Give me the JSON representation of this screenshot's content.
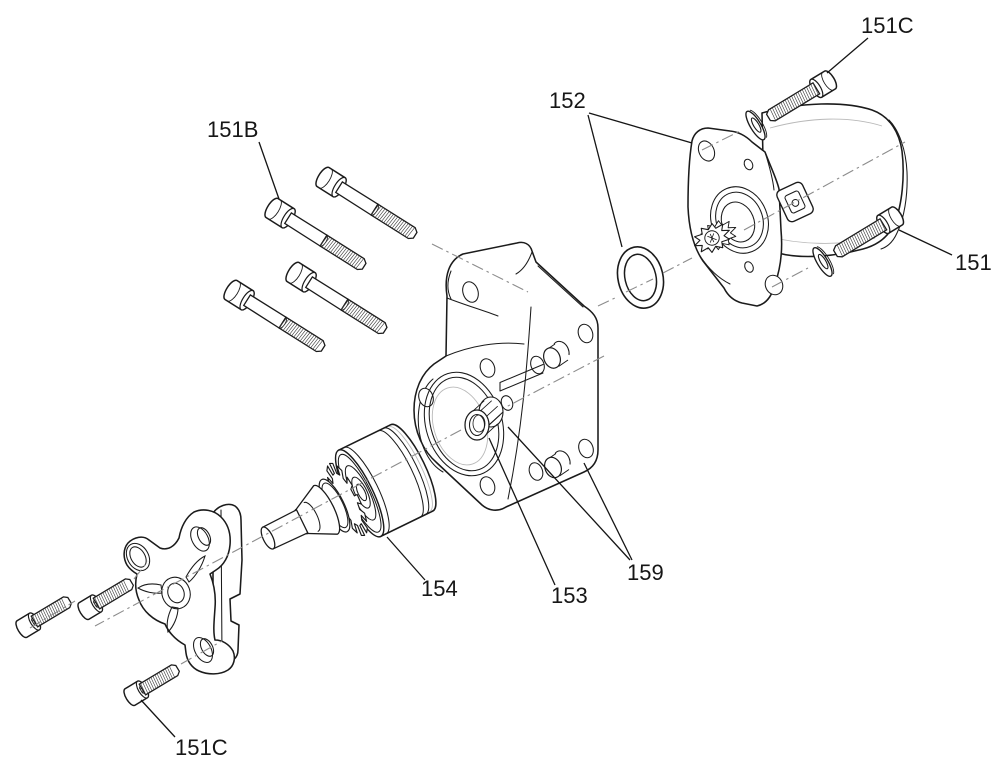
{
  "figure": {
    "type": "exploded-parts-diagram",
    "colors": {
      "background": "#ffffff",
      "line": "#1b1b1b",
      "axis": "#8c8c8c"
    }
  },
  "labels": {
    "top_151c": "151C",
    "l152": "152",
    "l151b": "151B",
    "r151": "151",
    "l154": "154",
    "l153": "153",
    "l159": "159",
    "bottom_151c": "151C"
  }
}
